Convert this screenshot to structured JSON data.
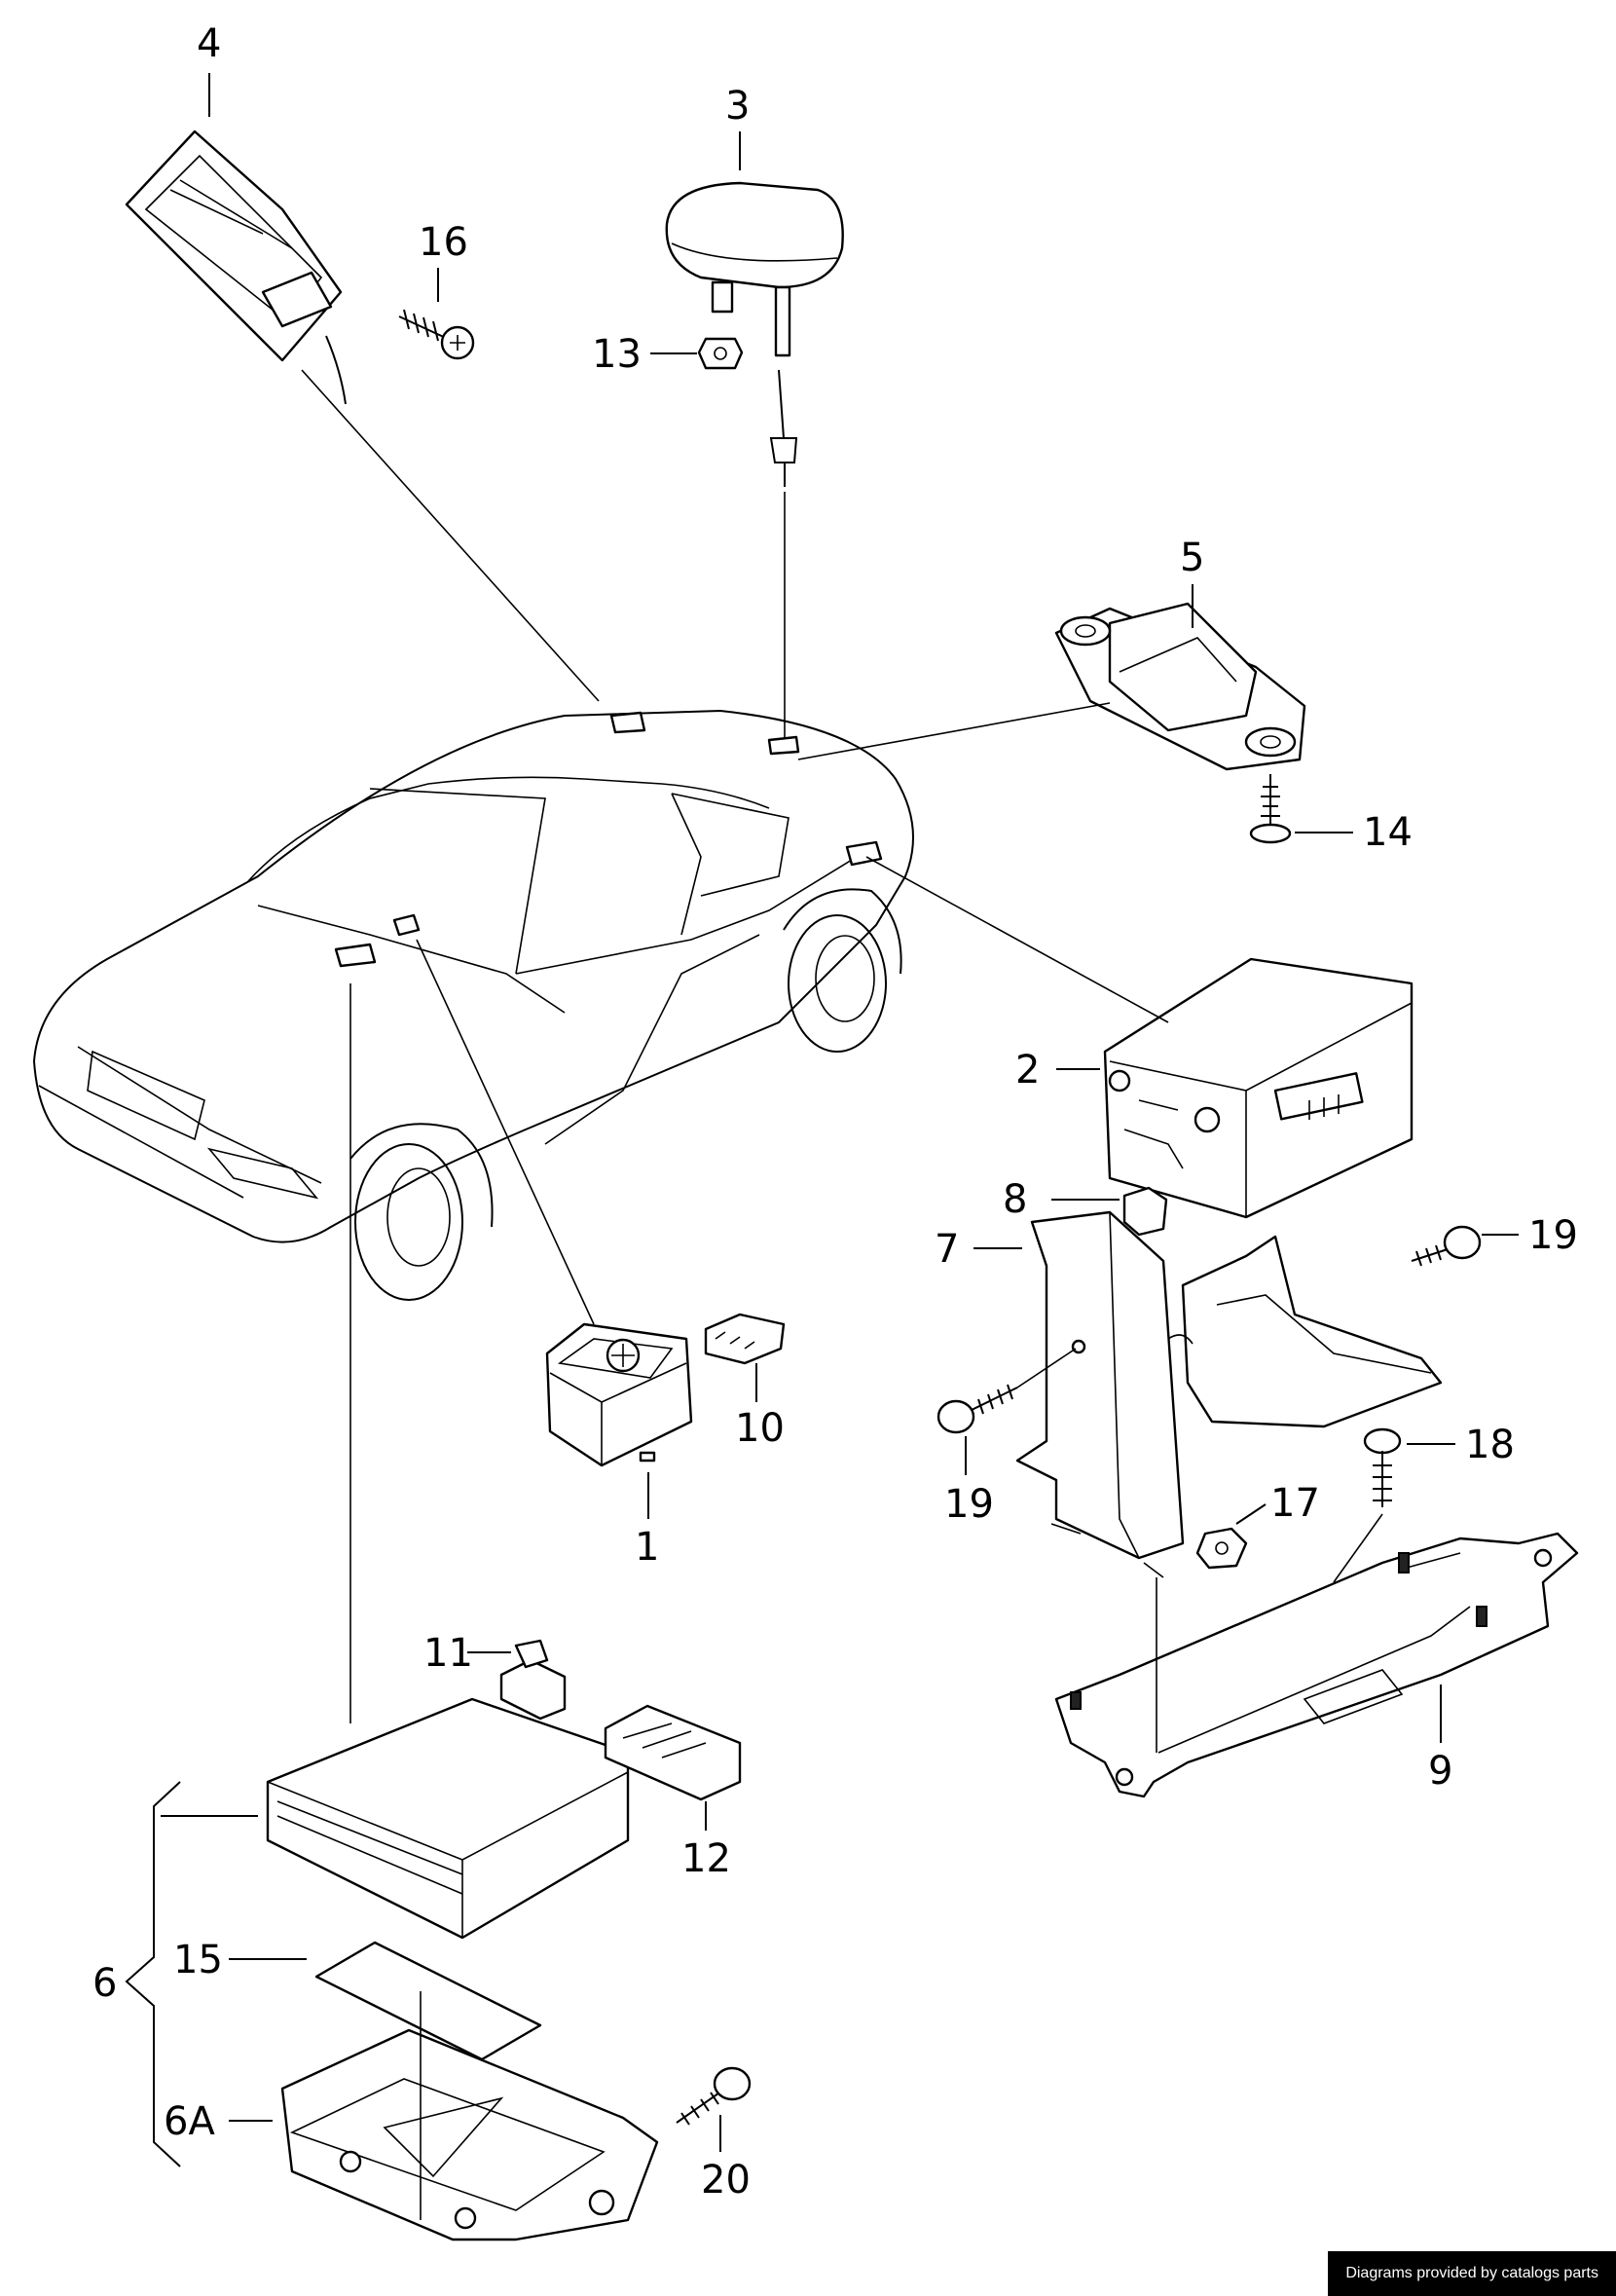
{
  "callouts": {
    "c1": "1",
    "c2": "2",
    "c3": "3",
    "c4": "4",
    "c5": "5",
    "c6": "6",
    "c6a": "6A",
    "c7": "7",
    "c8": "8",
    "c9": "9",
    "c10": "10",
    "c11": "11",
    "c12": "12",
    "c13": "13",
    "c14": "14",
    "c15": "15",
    "c16": "16",
    "c17": "17",
    "c18": "18",
    "c19a": "19",
    "c19b": "19",
    "c20": "20"
  },
  "footer": {
    "credit": "Diagrams provided by catalogs parts"
  }
}
